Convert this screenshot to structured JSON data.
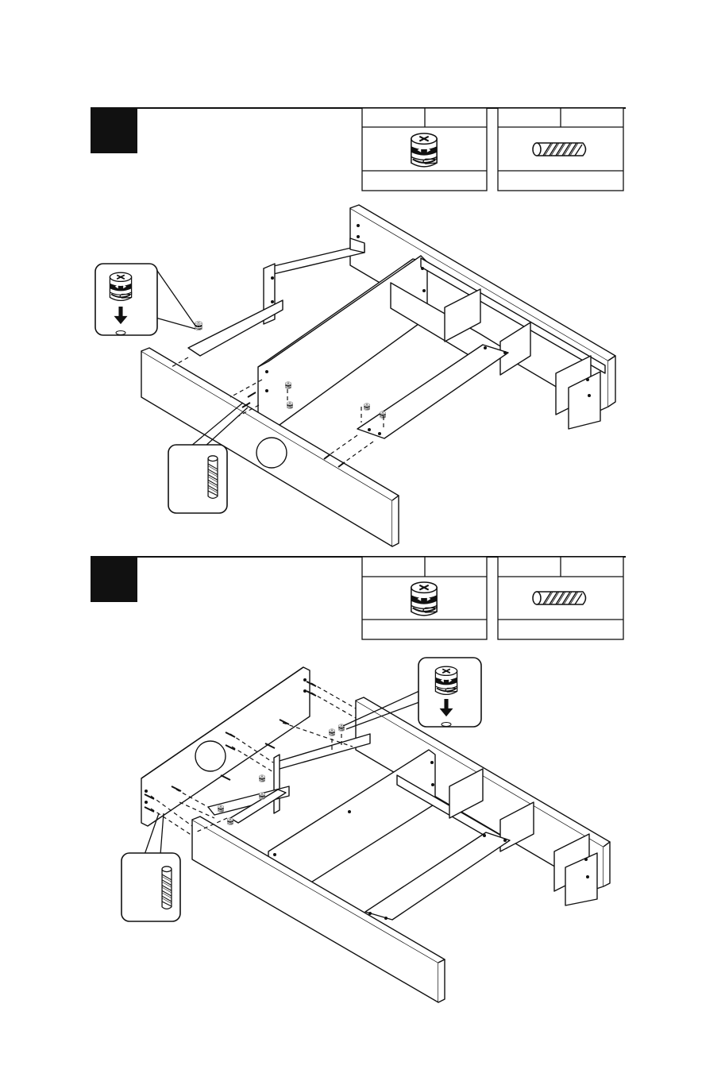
{
  "page": {
    "background": "#ffffff",
    "ink": "#1a1a1a"
  },
  "steps": [
    {
      "id": "step-1",
      "number": "",
      "instruction": "",
      "parts": [
        {
          "part": "cam-lock",
          "icon": "cam-lock-icon",
          "label": "",
          "quantity": ""
        },
        {
          "part": "wooden-dowel",
          "icon": "dowel-icon",
          "label": "",
          "quantity": ""
        }
      ],
      "callouts": [
        {
          "part": "cam-lock",
          "icon": "cam-lock-insert-icon"
        },
        {
          "part": "wooden-dowel",
          "icon": "dowel-icon"
        }
      ],
      "panel_marker": ""
    },
    {
      "id": "step-2",
      "number": "",
      "instruction": "",
      "parts": [
        {
          "part": "cam-lock",
          "icon": "cam-lock-icon",
          "label": "",
          "quantity": ""
        },
        {
          "part": "wooden-dowel",
          "icon": "dowel-icon",
          "label": "",
          "quantity": ""
        }
      ],
      "callouts": [
        {
          "part": "cam-lock",
          "icon": "cam-lock-insert-icon"
        },
        {
          "part": "wooden-dowel",
          "icon": "dowel-icon"
        }
      ],
      "panel_marker": ""
    }
  ]
}
